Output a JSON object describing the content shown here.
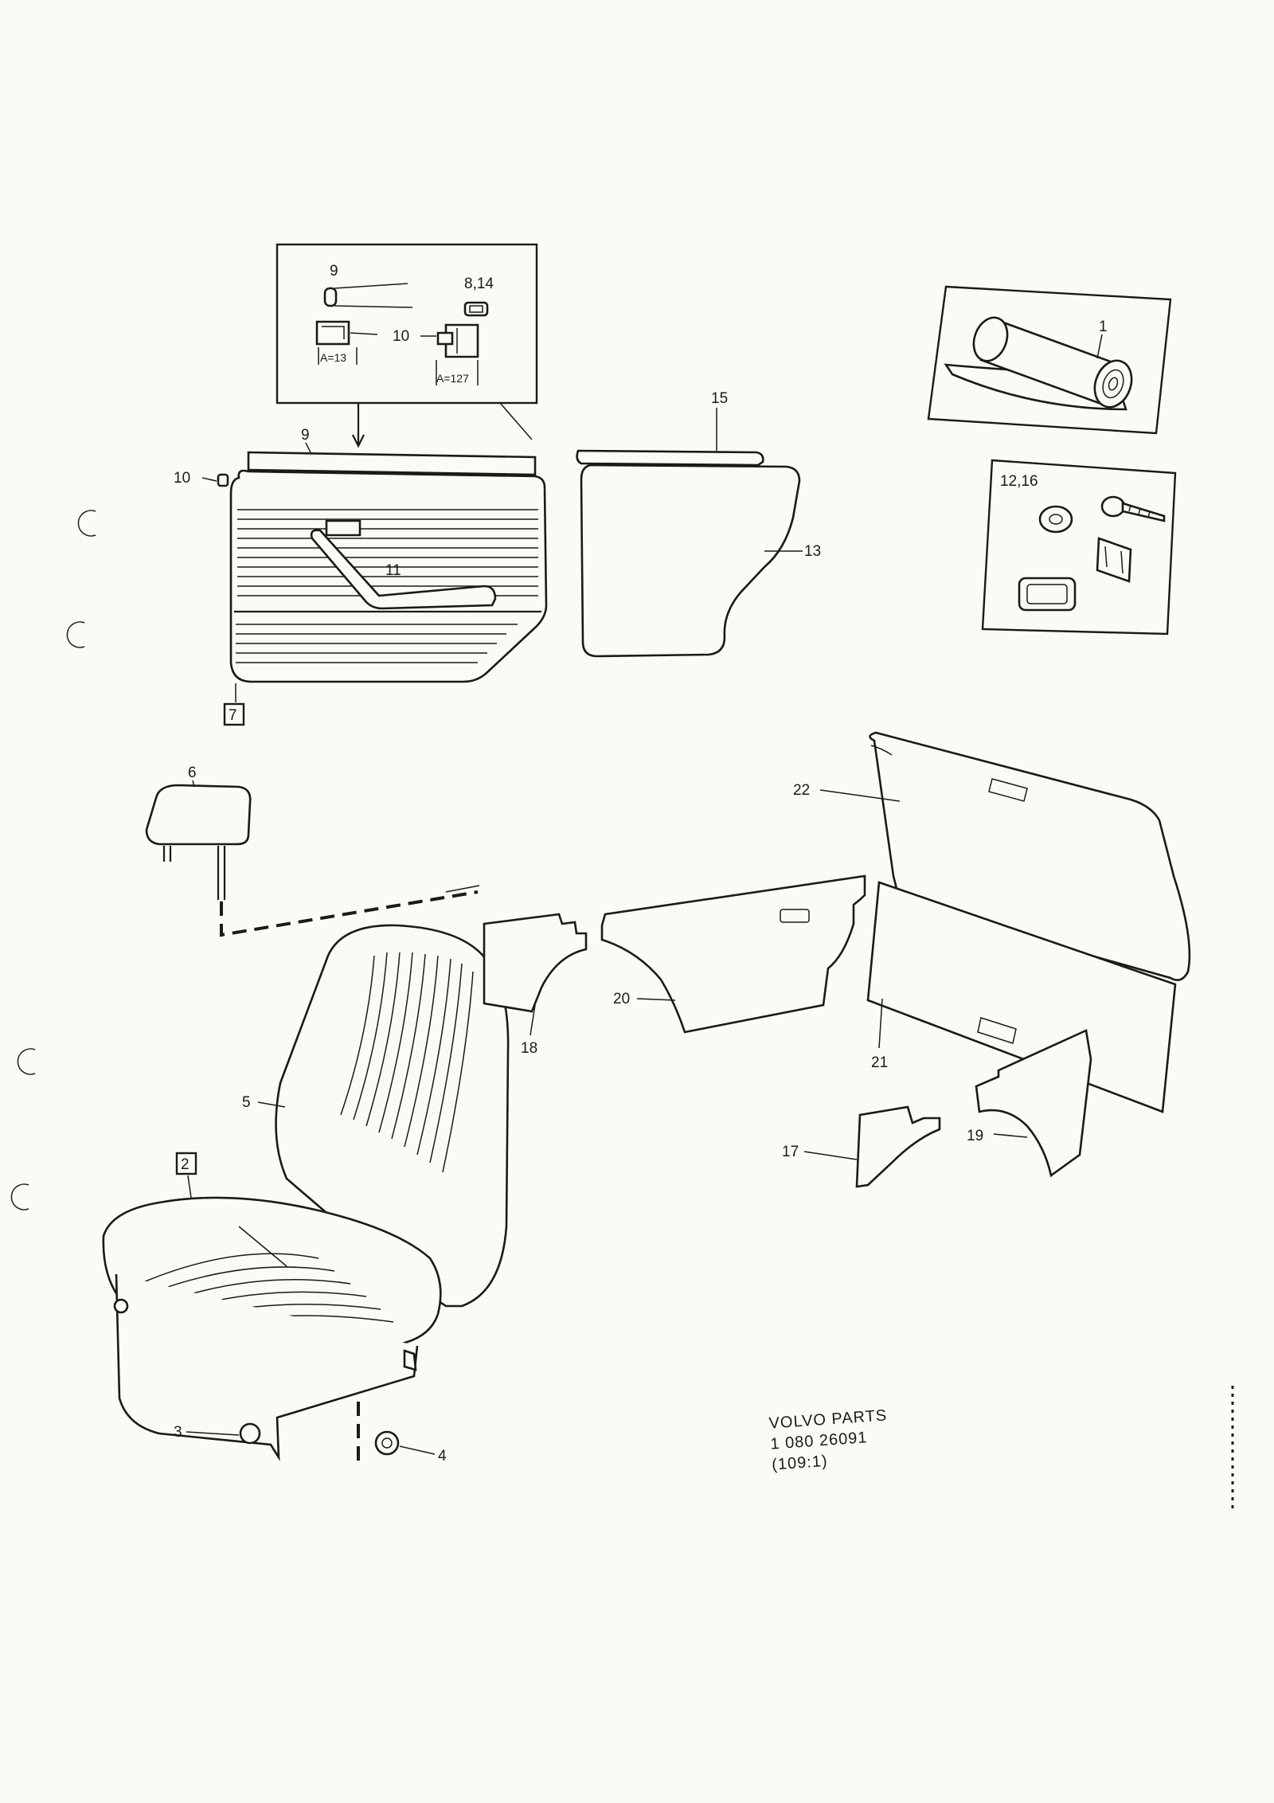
{
  "callouts": {
    "c1": "1",
    "c2": "2",
    "c3": "3",
    "c4": "4",
    "c5": "5",
    "c6": "6",
    "c7": "7",
    "c8_14": "8,14",
    "c9_inset": "9",
    "c9": "9",
    "c10_inset": "10",
    "c10": "10",
    "c11": "11",
    "c12_16": "12,16",
    "c13": "13",
    "c15": "15",
    "c17": "17",
    "c18": "18",
    "c19": "19",
    "c20": "20",
    "c21": "21",
    "c22": "22",
    "dim_a13": "A=13",
    "dim_a127": "A=127"
  },
  "stamp": {
    "line1": "VOLVO PARTS",
    "line2": "1  080  26091",
    "line3": "(109:1)"
  },
  "icons": [
    "door-panel-icon",
    "seat-icon",
    "headrest-icon",
    "insulation-roll-icon",
    "clip-icon",
    "screw-icon",
    "side-panel-icon"
  ]
}
